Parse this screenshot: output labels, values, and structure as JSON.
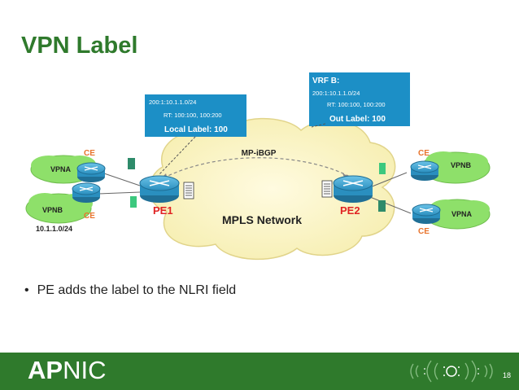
{
  "slide": {
    "title": "VPN Label",
    "bullet": "PE adds the label to the NLRI field",
    "page_number": "18"
  },
  "diagram": {
    "cloud_label": "MPLS Network",
    "session_label": "MP-iBGP",
    "pe1_label": "PE1",
    "pe2_label": "PE2",
    "ce_label": "CE",
    "left_sites": [
      "VPNA",
      "VPNB"
    ],
    "right_sites": [
      "VPNB",
      "VPNA"
    ],
    "prefix": "10.1.1.0/24",
    "box_left": {
      "prefix_line": "200:1:10.1.1.0/24",
      "rt_line": "RT: 100:100, 100:200",
      "label_line": "Local Label: 100"
    },
    "box_right": {
      "header": "VRF B:",
      "prefix_line": "200:1:10.1.1.0/24",
      "rt_line": "RT: 100:100, 100:200",
      "label_line": "Out Label: 100"
    }
  },
  "footer": {
    "logo_bold": "AP",
    "logo_rest": "NIC"
  },
  "colors": {
    "brand_green": "#2f7a2c",
    "box_blue": "#1c8fc6",
    "ce_orange": "#e8732c",
    "pe_red": "#e02424",
    "site_green": "#8ee06a",
    "router_blue": "#2a8fbf",
    "cloud_yellow": "#fbf4c2"
  }
}
